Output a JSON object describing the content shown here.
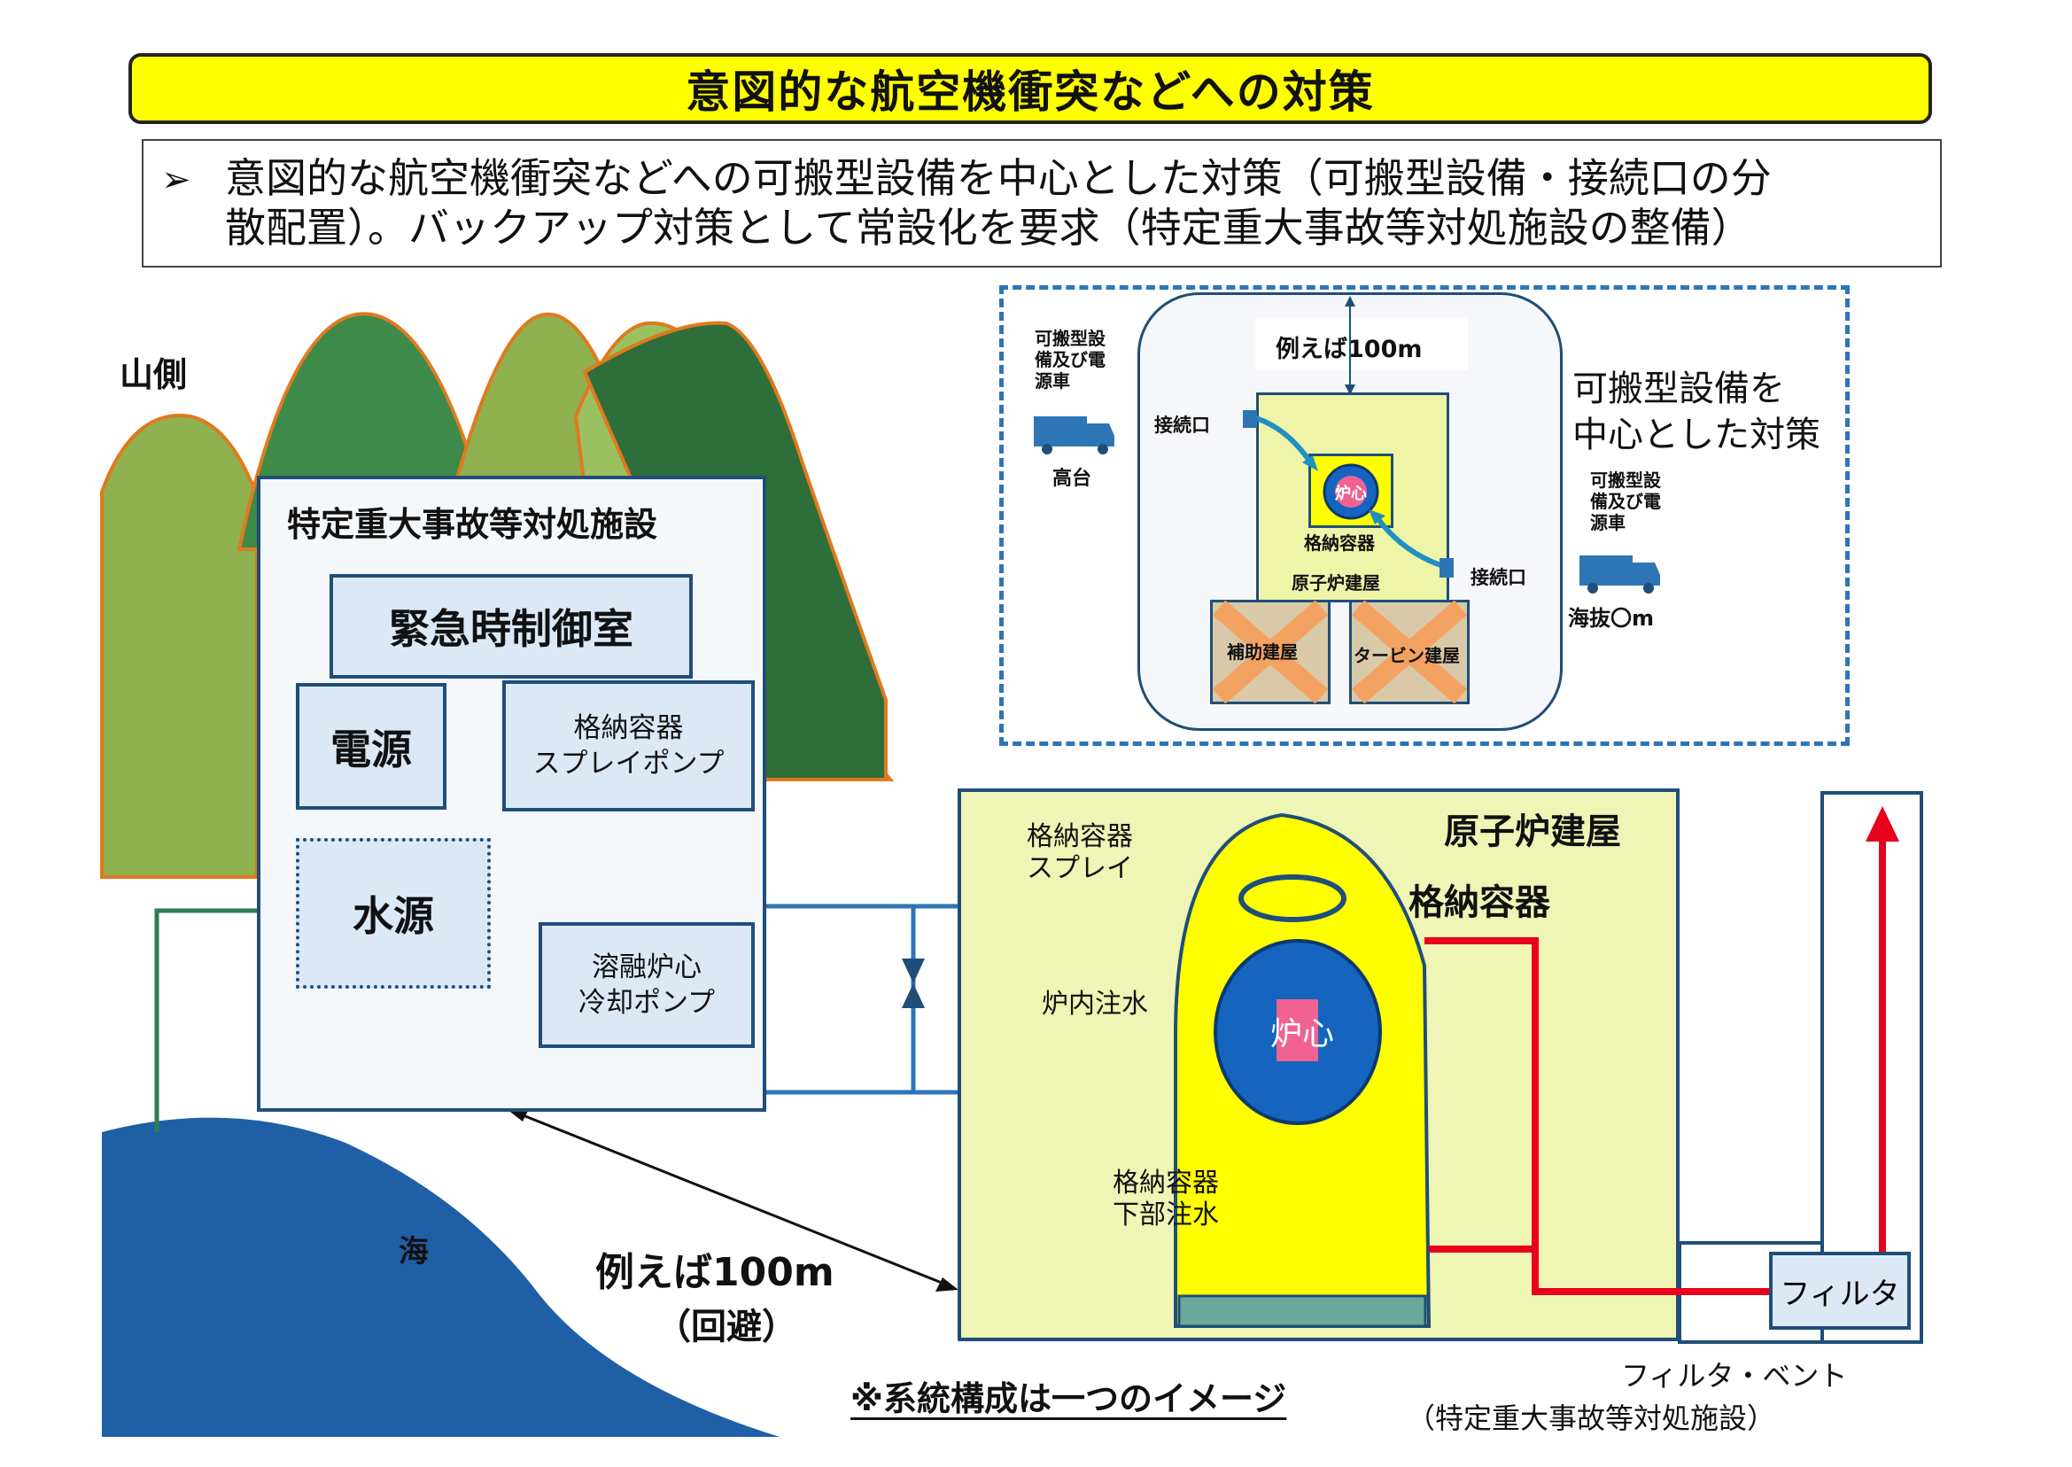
{
  "title": "意図的な航空機衝突などへの対策",
  "summary": {
    "bullet": "➢",
    "line1": "意図的な航空機衝突などへの可搬型設備を中心とした対策（可搬型設備・接続口の分",
    "line2": "散配置）。バックアップ対策として常設化を要求（特定重大事故等対処施設の整備）"
  },
  "landscape": {
    "mountain_label": "山側",
    "sea_label": "海"
  },
  "facility": {
    "title": "特定重大事故等対処施設",
    "control_room": "緊急時制御室",
    "power": "電源",
    "spray_pump": [
      "格納容器",
      "スプレイポンプ"
    ],
    "water_source": "水源",
    "core_cooling_pump": [
      "溶融炉心",
      "冷却ポンプ"
    ]
  },
  "distance": {
    "value": "例えば100m",
    "note": "（回避）"
  },
  "reactor": {
    "building": "原子炉建屋",
    "containment": "格納容器",
    "core": "炉心",
    "spray": [
      "格納容器",
      "スプレイ"
    ],
    "injection": "炉内注水",
    "lower_injection": [
      "格納容器",
      "下部注水"
    ]
  },
  "vent": {
    "filter": "フィルタ",
    "label": "フィルタ・ベント",
    "sub": "（特定重大事故等対処施設）"
  },
  "footnote": "※系統構成は一つのイメージ",
  "inset": {
    "heading": [
      "可搬型設備を",
      "中心とした対策"
    ],
    "left_equipment": [
      "可搬型設",
      "備及び電",
      "源車"
    ],
    "left_location": "高台",
    "right_equipment": [
      "可搬型設",
      "備及び電",
      "源車"
    ],
    "right_location": "海抜〇m",
    "distance": "例えば100m",
    "connector_top": "接続口",
    "connector_bottom": "接続口",
    "core": "炉心",
    "containment": "格納容器",
    "reactor_building": "原子炉建屋",
    "aux_building": "補助建屋",
    "turbine_building": "タービン建屋"
  },
  "colors": {
    "title_bg": "#ffff00",
    "box_border": "#1f4e79",
    "box_fill": "#dbe9f7",
    "pipe_blue": "#2e75b6",
    "green_pipe": "#2e7d4f",
    "vent_red": "#e8001c",
    "sea": "#1f5fa6",
    "reactor_bldg_fill": "#eef5b5",
    "containment_yellow": "#ffff00",
    "core_blue": "#1565c0",
    "core_pink": "#f06292",
    "collapsed_cross": "#f4a261"
  }
}
